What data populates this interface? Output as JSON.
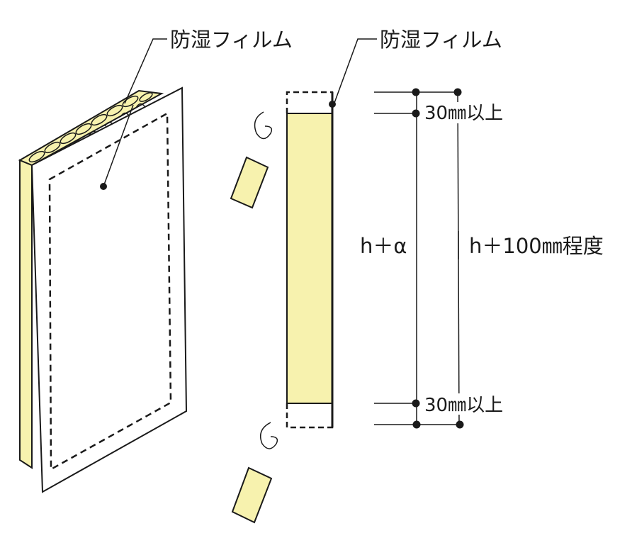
{
  "labels": {
    "film_left": "防湿フィルム",
    "film_right": "防湿フィルム",
    "overlap_top": "30㎜以上",
    "overlap_bottom": "30㎜以上",
    "h_alpha": "h＋α",
    "h_100": "h＋100㎜程度"
  },
  "colors": {
    "insulation_fill": "#f7f2ae",
    "line": "#1a1a1a",
    "background": "#ffffff"
  }
}
